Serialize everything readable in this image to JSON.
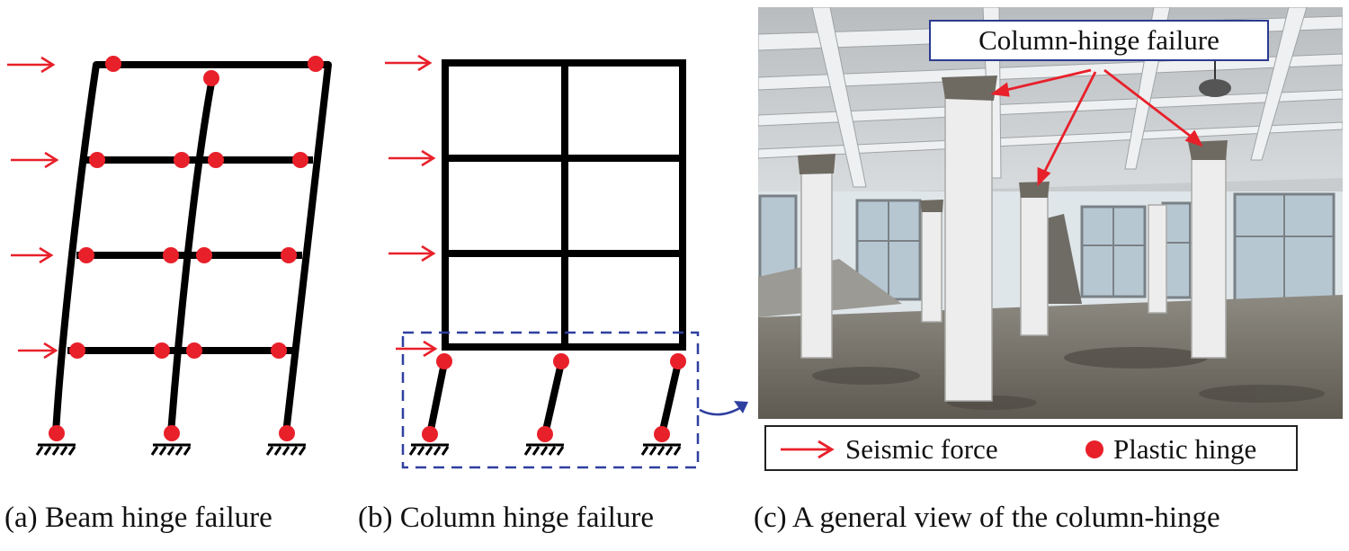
{
  "captions": {
    "a": "(a) Beam hinge failure",
    "b": "(b) Column hinge failure",
    "c": "(c) A general view of the column-hinge"
  },
  "photo_annotation": "Column-hinge failure",
  "legend": {
    "seismic_force": "Seismic force",
    "plastic_hinge": "Plastic hinge"
  },
  "colors": {
    "frame": "#000000",
    "hinge": "#e8202a",
    "force_arrow": "#e8202a",
    "callout_box": "#2b3a8f",
    "connector": "#2f3fa0"
  },
  "icons": {
    "force": "right-arrow-icon",
    "hinge": "red-dot-icon",
    "support": "fixed-support-icon"
  }
}
